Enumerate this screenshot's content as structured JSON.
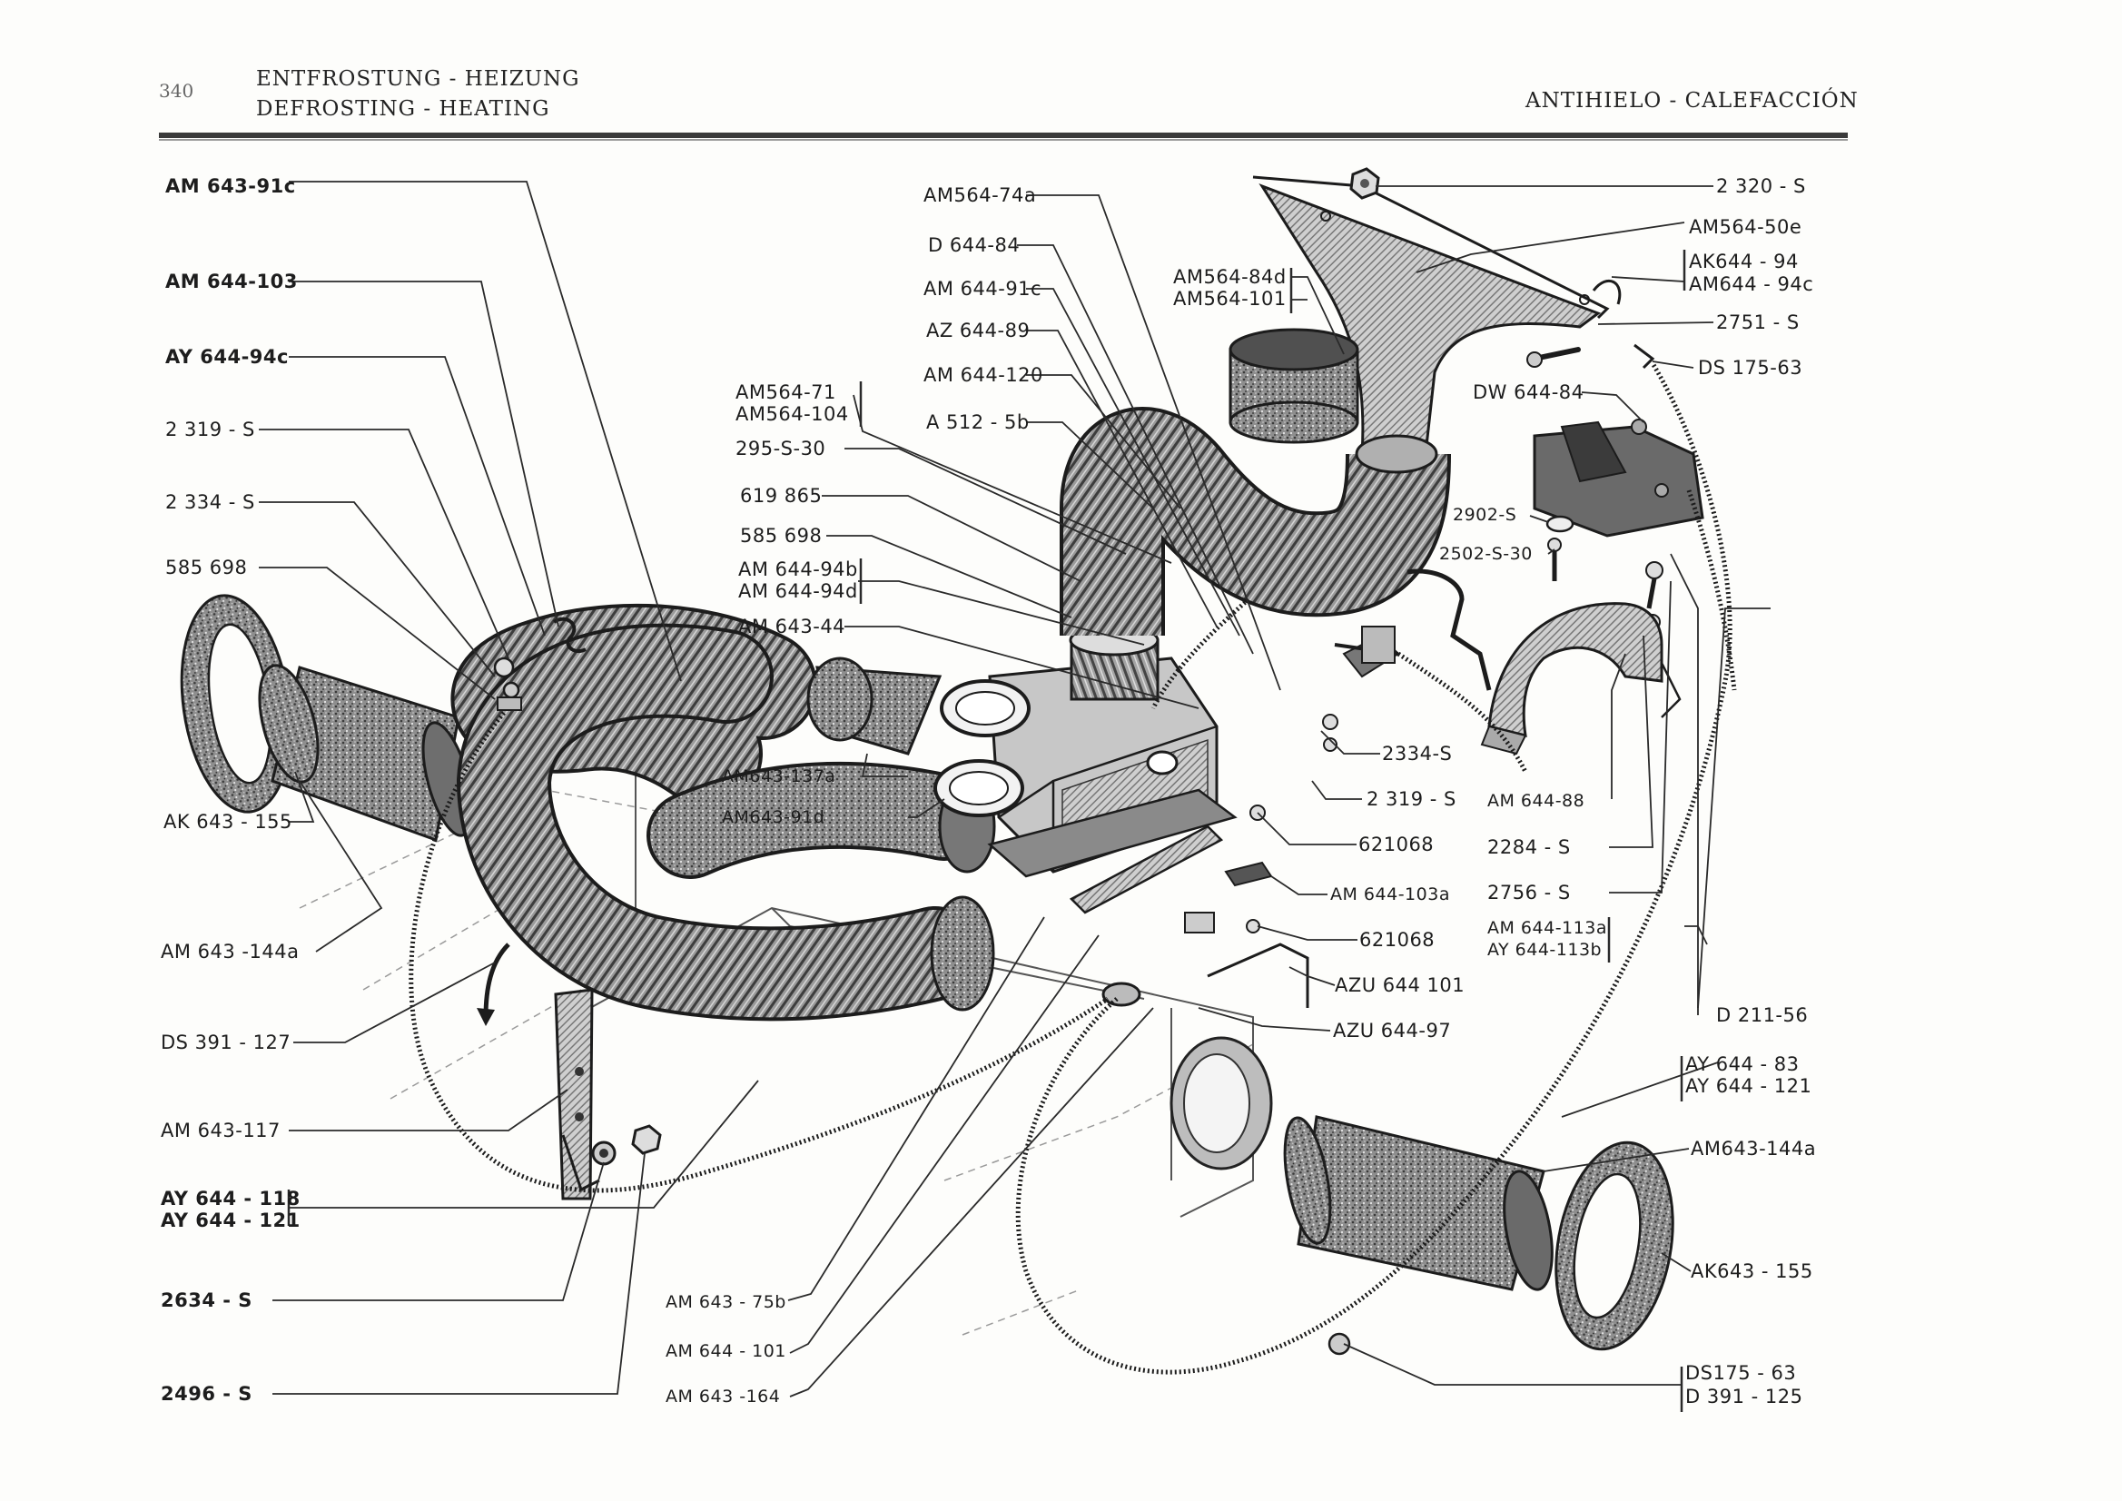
{
  "header": {
    "page_number": "340",
    "title_de": "ENTFROSTUNG - HEIZUNG",
    "title_en": "DEFROSTING - HEATING",
    "title_es": "ANTIHIELO - CALEFACCIÓN"
  },
  "labels": {
    "l01": "AM 643-91c",
    "l02": "AM 644-103",
    "l03": "AY 644-94c",
    "l04": "2 319 - S",
    "l05": "2 334 - S",
    "l06": "585 698",
    "l07": "AK 643 - 155",
    "l08": "AM 643 -144a",
    "l09": "DS 391 - 127",
    "l10": "AM 643-117",
    "l11": "AY 644 - 118",
    "l12": "AY 644 - 121",
    "l13": "2634 - S",
    "l14": "2496 - S",
    "m01": "AM564-74a",
    "m02": "D 644-84",
    "m03": "AM 644-91c",
    "m04": "AZ 644-89",
    "m05": "AM 644-120",
    "m06": "A 512 - 5b",
    "m07": "AM564-71",
    "m08": "AM564-104",
    "m09": "295-S-30",
    "m10": "619 865",
    "m11": "585 698",
    "m12": "AM 644-94b",
    "m13": "AM 644-94d",
    "m14": "AM 643-44",
    "m15": "AM643-137a",
    "m16": "AM643-91d",
    "m17": "AM564-84d",
    "m18": "AM564-101",
    "b01": "AM 643 - 75b",
    "b02": "AM 644 - 101",
    "b03": "AM 643 -164",
    "c01": "2334-S",
    "c02": "2 319 - S",
    "c03": "621068",
    "c04": "AM 644-103a",
    "c05": "621068",
    "c06": "AZU 644 101",
    "c07": "AZU 644-97",
    "r01": "2 320 - S",
    "r02": "AM564-50e",
    "r03": "AK644 - 94",
    "r04": "AM644 - 94c",
    "r05": "2751 - S",
    "r06": "DS 175-63",
    "r07": "DW 644-84",
    "r08": "2902-S",
    "r09": "2502-S-30",
    "r10": "AM 644-88",
    "r11": "2284 - S",
    "r12": "2756 - S",
    "r13": "AM 644-113a",
    "r14": "AY 644-113b",
    "r15": "D 211-56",
    "r16": "AY 644 - 83",
    "r17": "AY 644 - 121",
    "r18": "AM643-144a",
    "r19": "AK643 - 155",
    "r20": "DS175 - 63",
    "r21": "D 391 - 125"
  }
}
